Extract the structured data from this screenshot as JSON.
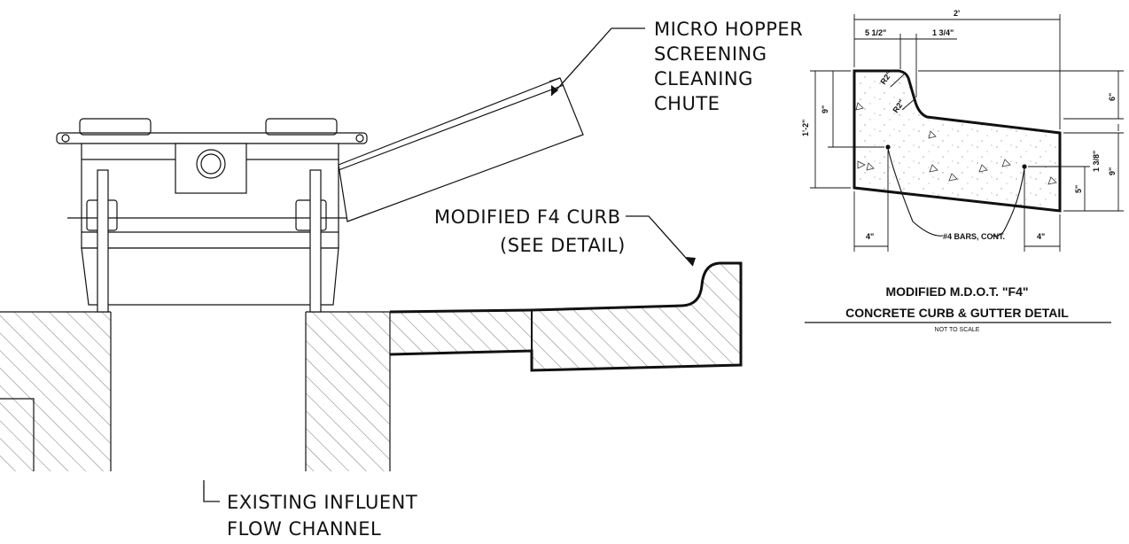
{
  "callouts": {
    "hopper_line1": "MICRO HOPPER",
    "hopper_line2": "SCREENING",
    "hopper_line3": "CLEANING",
    "hopper_line4": "CHUTE",
    "curb_line1": "MODIFIED F4 CURB",
    "curb_line2": "(SEE DETAIL)",
    "channel_line1": "EXISTING INFLUENT",
    "channel_line2": "FLOW CHANNEL"
  },
  "detail": {
    "title_line1": "MODIFIED M.D.O.T. \"F4\"",
    "title_line2": "CONCRETE CURB & GUTTER DETAIL",
    "scale_note": "NOT TO SCALE",
    "dims": {
      "overall_width": "2'",
      "top_left": "5 1/2\"",
      "top_mid": "1 3/4\"",
      "left_outer": "1'-2\"",
      "left_inner": "9\"",
      "right_top": "6\"",
      "right_mid": "1 3/8\"",
      "right_low": "9\"",
      "right_inner": "5\"",
      "bottom_left": "4\"",
      "bottom_right": "4\"",
      "radius1": "R2\"",
      "radius2": "R2\"",
      "bars": "#4 BARS, CONT."
    }
  }
}
